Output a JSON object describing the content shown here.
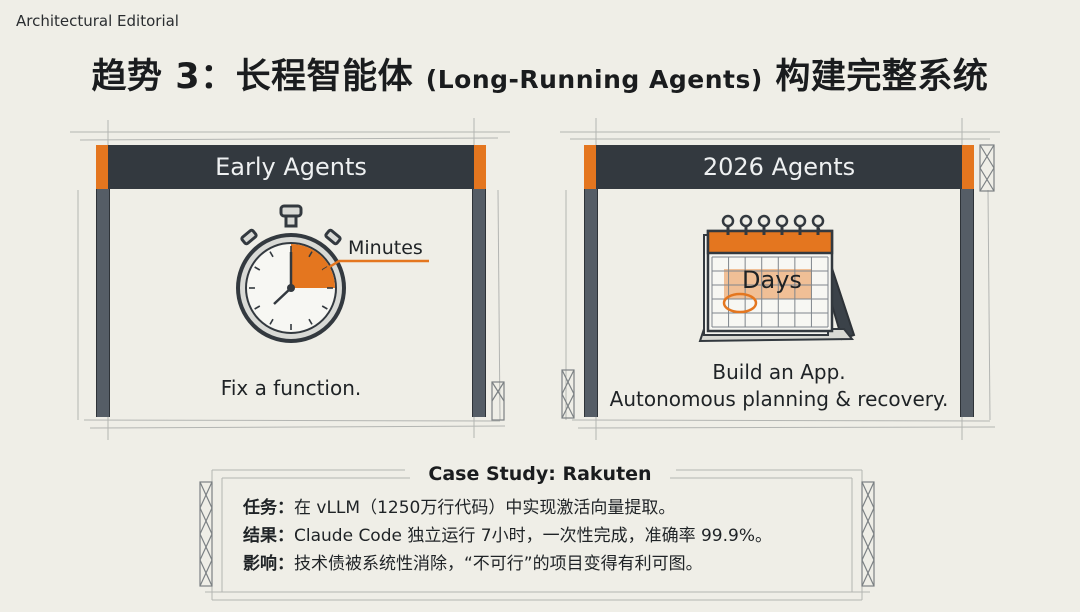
{
  "brand": "Architectural Editorial",
  "title": {
    "prefix": "趋势 3：长程智能体 ",
    "english": "(Long-Running Agents)",
    "suffix": " 构建完整系统"
  },
  "panels": [
    {
      "header": "Early Agents",
      "label": "Minutes",
      "caption": [
        "Fix a function."
      ],
      "icon": "stopwatch-icon",
      "highlight_fraction": 0.25
    },
    {
      "header": "2026 Agents",
      "label": "Days",
      "caption": [
        "Build an App.",
        "Autonomous planning & recovery."
      ],
      "icon": "calendar-icon"
    }
  ],
  "case_study": {
    "title": "Case Study: Rakuten",
    "lines": [
      {
        "key": "任务：",
        "text": "在 vLLM（1250万行代码）中实现激活向量提取。"
      },
      {
        "key": "结果：",
        "text": "Claude Code 独立运行 7小时，一次性完成，准确率 99.9%。"
      },
      {
        "key": "影响：",
        "text": "技术债被系统性消除，“不可行”的项目变得有利可图。"
      }
    ]
  },
  "colors": {
    "accent": "#e4761f",
    "dark": "#33393f",
    "background": "#efeee7"
  }
}
